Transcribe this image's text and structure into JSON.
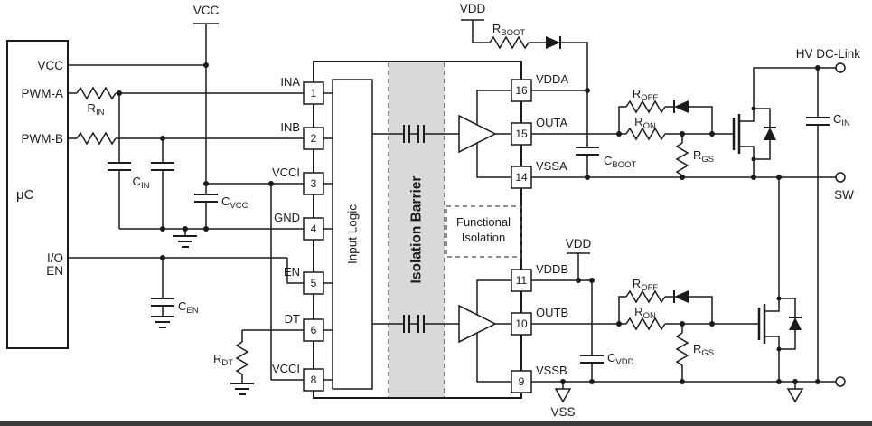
{
  "diagram": {
    "type": "circuit-schematic",
    "description": "Isolated dual-channel gate driver with half-bridge power stage",
    "colors": {
      "line": "#1a1a1a",
      "isolation_fill": "#d9d9d9",
      "background": "#ffffff",
      "bottom_edge": "#3c3c3c"
    },
    "mcu": {
      "name": "μC",
      "pin_vcc": "VCC",
      "pin_pwm_a": "PWM-A",
      "pin_pwm_b": "PWM-B",
      "pin_io": "I/O",
      "io_net": "EN"
    },
    "supplies": {
      "vcc_rail": "VCC",
      "vdd_top": "VDD",
      "vdd_mid": "VDD",
      "vss": "VSS"
    },
    "nets": {
      "hv_dc_link": "HV DC-Link",
      "sw": "SW"
    },
    "ic": {
      "input_logic": "Input Logic",
      "isolation_barrier": "Isolation Barrier",
      "functional_isolation": [
        "Functional",
        "Isolation"
      ],
      "left_pins": [
        {
          "num": "1",
          "name": "INA"
        },
        {
          "num": "2",
          "name": "INB"
        },
        {
          "num": "3",
          "name": "VCCI"
        },
        {
          "num": "4",
          "name": "GND"
        },
        {
          "num": "5",
          "name": "EN"
        },
        {
          "num": "6",
          "name": "DT"
        },
        {
          "num": "8",
          "name": "VCCI"
        }
      ],
      "right_pins": [
        {
          "num": "16",
          "name": "VDDA"
        },
        {
          "num": "15",
          "name": "OUTA"
        },
        {
          "num": "14",
          "name": "VSSA"
        },
        {
          "num": "11",
          "name": "VDDB"
        },
        {
          "num": "10",
          "name": "OUTB"
        },
        {
          "num": "9",
          "name": "VSSB"
        }
      ]
    },
    "components": {
      "r_in": {
        "base": "R",
        "sub": "IN"
      },
      "c_in_left": {
        "base": "C",
        "sub": "IN"
      },
      "c_vcc": {
        "base": "C",
        "sub": "VCC"
      },
      "c_en": {
        "base": "C",
        "sub": "EN"
      },
      "r_dt": {
        "base": "R",
        "sub": "DT"
      },
      "r_boot": {
        "base": "R",
        "sub": "BOOT"
      },
      "c_boot": {
        "base": "C",
        "sub": "BOOT"
      },
      "r_off": {
        "base": "R",
        "sub": "OFF"
      },
      "r_on": {
        "base": "R",
        "sub": "ON"
      },
      "r_gs": {
        "base": "R",
        "sub": "GS"
      },
      "c_vdd": {
        "base": "C",
        "sub": "VDD"
      },
      "c_in_right": {
        "base": "C",
        "sub": "IN"
      }
    }
  }
}
